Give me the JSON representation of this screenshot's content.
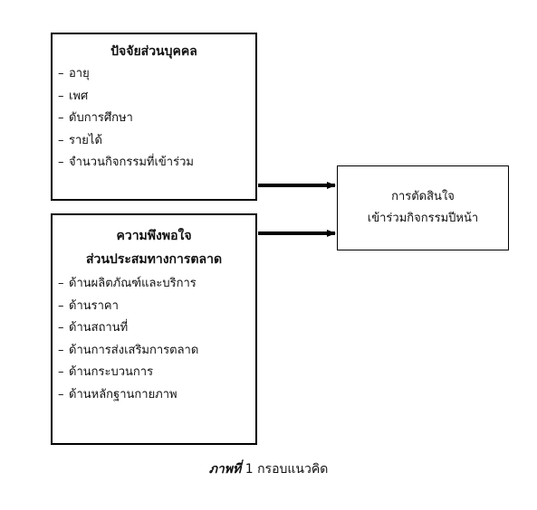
{
  "personal_factors": {
    "title": "ปัจจัยส่วนบุคคล",
    "items": [
      "อายุ",
      "เพศ",
      "ดับการศึกษา",
      "รายได้",
      "จำนวนกิจกรรมที่เข้าร่วม"
    ]
  },
  "satisfaction": {
    "title_line1": "ความพึงพอใจ",
    "title_line2": "ส่วนประสมทางการตลาด",
    "items": [
      "ด้านผลิตภัณฑ์และบริการ",
      "ด้านราคา",
      "ด้านสถานที่",
      "ด้านการส่งเสริมการตลาด",
      "ด้านกระบวนการ",
      "ด้านหลักฐานกายภาพ"
    ]
  },
  "outcome": {
    "line1": "การตัดสินใจ",
    "line2": "เข้าร่วมกิจกรรมปีหน้า"
  },
  "caption": {
    "label": "ภาพที่",
    "number": "1",
    "text": "กรอบแนวคิด"
  },
  "list_marker": "–"
}
